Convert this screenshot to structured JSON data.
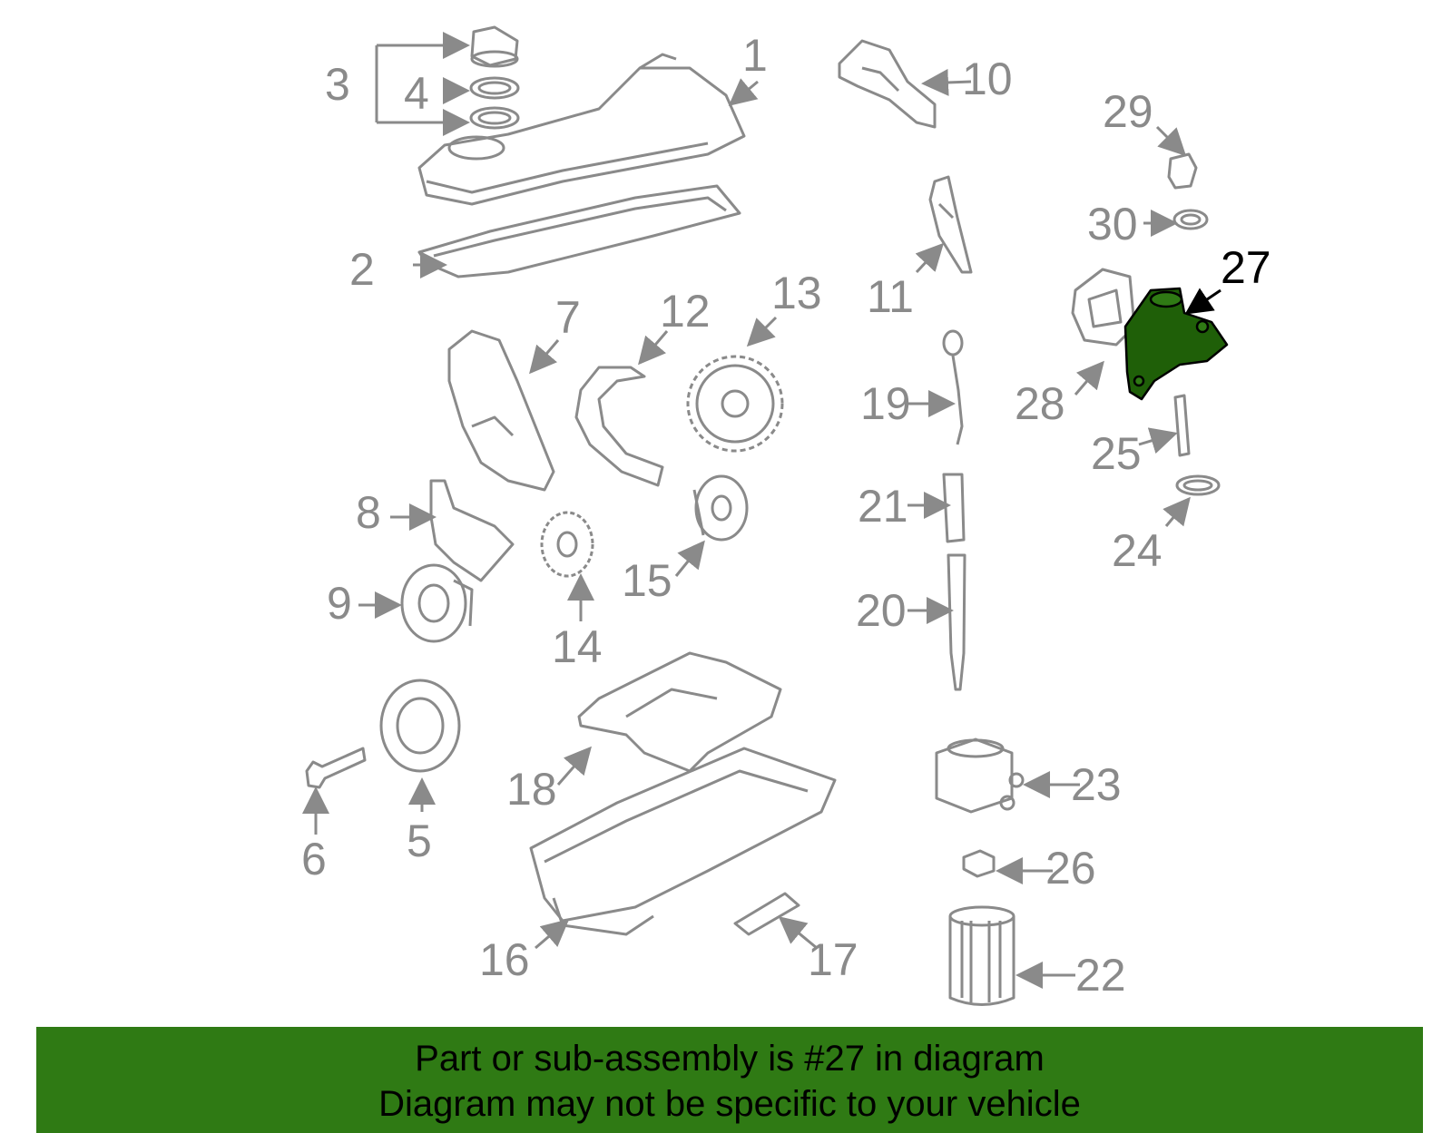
{
  "diagram": {
    "highlight_part": "27",
    "colors": {
      "outline": "#8a8a8a",
      "highlight": "#1f5f08",
      "banner": "#2f7a14"
    },
    "labels": {
      "l1": "1",
      "l2": "2",
      "l3": "3",
      "l4": "4",
      "l5": "5",
      "l6": "6",
      "l7": "7",
      "l8": "8",
      "l9": "9",
      "l10": "10",
      "l11": "11",
      "l12": "12",
      "l13": "13",
      "l14": "14",
      "l15": "15",
      "l16": "16",
      "l17": "17",
      "l18": "18",
      "l19": "19",
      "l20": "20",
      "l21": "21",
      "l22": "22",
      "l23": "23",
      "l24": "24",
      "l25": "25",
      "l26": "26",
      "l27": "27",
      "l28": "28",
      "l29": "29",
      "l30": "30"
    }
  },
  "banner": {
    "line1": "Part or sub-assembly is #27 in diagram",
    "line2": "Diagram may not be specific to your vehicle"
  }
}
